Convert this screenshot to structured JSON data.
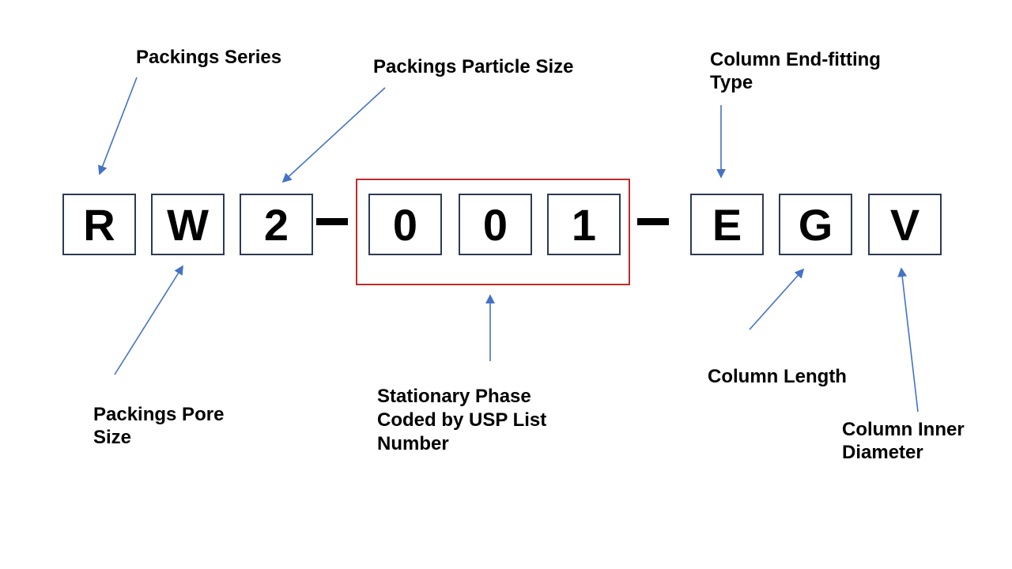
{
  "code_parts": {
    "full_code": "RW2-001-EGV",
    "boxes": [
      "R",
      "W",
      "2",
      "0",
      "0",
      "1",
      "E",
      "G",
      "V"
    ],
    "separators": [
      "-",
      "-"
    ]
  },
  "labels": {
    "packings_series": "Packings Series",
    "packings_particle_size": "Packings Particle Size",
    "column_end_fitting_type": "Column End-fitting\nType",
    "packings_pore_size": "Packings Pore\nSize",
    "stationary_phase": "Stationary Phase\nCoded by USP List\nNumber",
    "column_length": "Column Length",
    "column_inner_diameter": "Column Inner\nDiameter"
  },
  "colors": {
    "background": "#ffffff",
    "box_border": "#2d3a52",
    "arrow": "#4472c4",
    "usp_highlight_border": "#c02b2b",
    "text": "#000000"
  }
}
